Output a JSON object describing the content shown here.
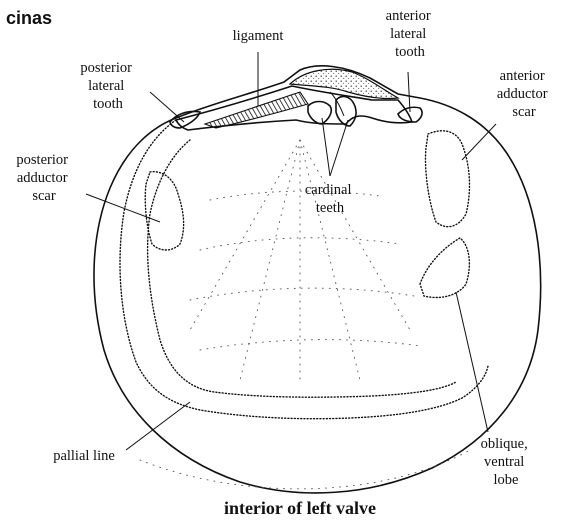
{
  "header_fragment": "cinas",
  "labels": {
    "ligament": "ligament",
    "anterior_lateral_tooth": [
      "anterior",
      "lateral",
      "tooth"
    ],
    "posterior_lateral_tooth": [
      "posterior",
      "lateral",
      "tooth"
    ],
    "anterior_adductor_scar": [
      "anterior",
      "adductor",
      "scar"
    ],
    "posterior_adductor_scar": [
      "posterior",
      "adductor",
      "scar"
    ],
    "cardinal_teeth": [
      "cardinal",
      "teeth"
    ],
    "pallial_line": "pallial line",
    "oblique_ventral_lobe": [
      "oblique,",
      "ventral",
      "lobe"
    ]
  },
  "caption": "interior of left valve"
}
